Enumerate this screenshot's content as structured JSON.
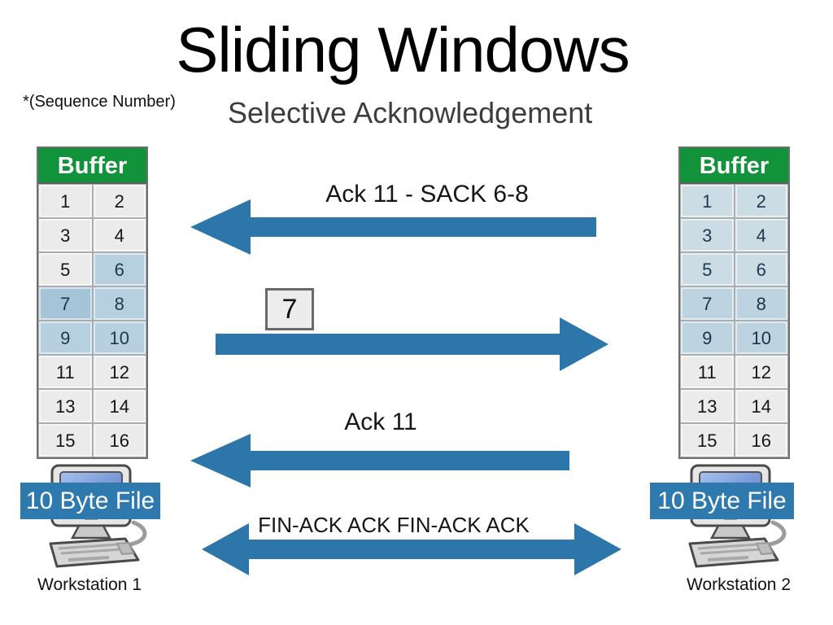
{
  "slide": {
    "title": "Sliding Windows",
    "sequence_note": "*(Sequence Number)",
    "subtitle": "Selective Acknowledgement"
  },
  "buffers": {
    "left": {
      "header": "Buffer",
      "cells": [
        "1",
        "2",
        "3",
        "4",
        "5",
        "6",
        "7",
        "8",
        "9",
        "10",
        "11",
        "12",
        "13",
        "14",
        "15",
        "16"
      ]
    },
    "right": {
      "header": "Buffer",
      "cells": [
        "1",
        "2",
        "3",
        "4",
        "5",
        "6",
        "7",
        "8",
        "9",
        "10",
        "11",
        "12",
        "13",
        "14",
        "15",
        "16"
      ]
    }
  },
  "messages": {
    "ack_sack": "Ack 11 - SACK 6-8",
    "segment_number": "7",
    "ack": "Ack 11",
    "fin": "FIN-ACK ACK FIN-ACK ACK"
  },
  "workstations": {
    "left": {
      "file_label": "10 Byte File",
      "name": "Workstation 1"
    },
    "right": {
      "file_label": "10 Byte File",
      "name": "Workstation 2"
    }
  },
  "colors": {
    "arrow_blue": "#2c76a9",
    "banner_blue": "#2e79ae",
    "header_green": "#12923a",
    "cell_gray": "#ebebeb",
    "cell_blue": "#b7d0df",
    "cell_blue_dark": "#a5c4d7",
    "cell_blue_light": "#ccdce4"
  }
}
